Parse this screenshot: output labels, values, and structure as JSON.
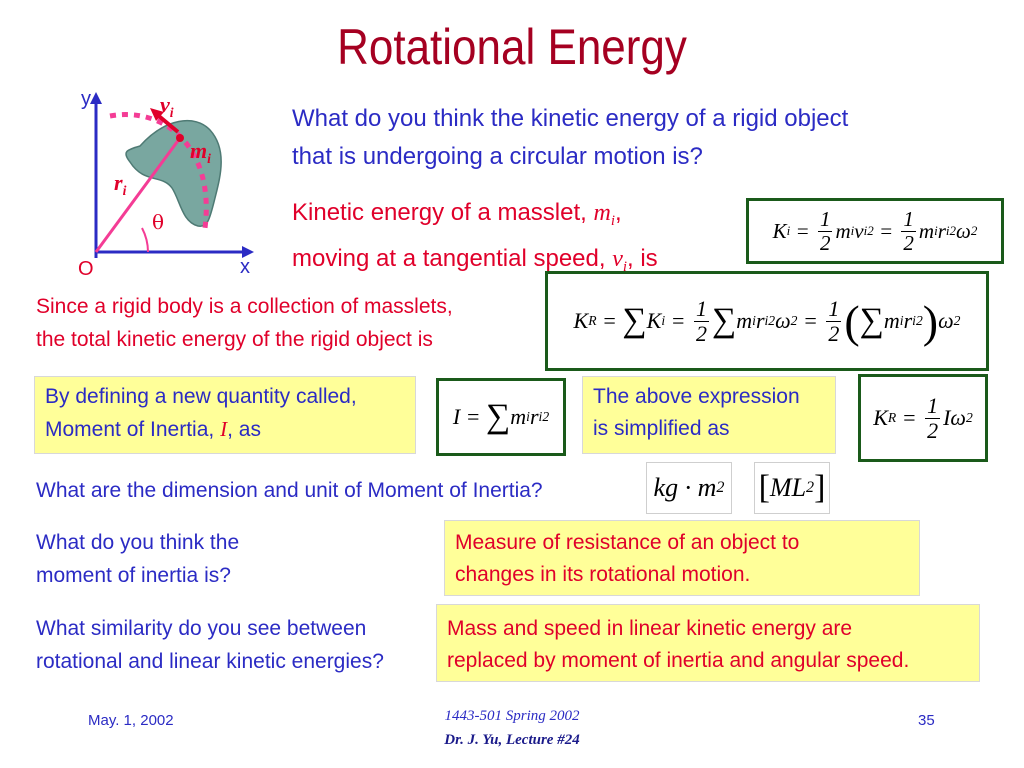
{
  "title": "Rotational Energy",
  "diagram": {
    "y_label": "y",
    "x_label": "x",
    "origin_label": "O",
    "v_label": "v",
    "v_sub": "i",
    "m_label": "m",
    "m_sub": "i",
    "r_label": "r",
    "r_sub": "i",
    "theta_label": "θ"
  },
  "q1": {
    "line1": "What do you think the kinetic energy of a rigid object",
    "line2": "that is undergoing a circular motion is?"
  },
  "masslet": {
    "line1_a": "Kinetic energy of a masslet,",
    "m": "m",
    "m_sub": "i",
    "comma": ",",
    "line2_a": "moving at a tangential speed,",
    "v": "v",
    "v_sub": "i",
    "line2_b": ", is"
  },
  "collection": {
    "line1": "Since a rigid body is a collection of masslets,",
    "line2": "the total kinetic energy of the rigid object is"
  },
  "defining": {
    "line1": "By defining a new quantity called,",
    "line2_a": "Moment of Inertia,",
    "I": "I",
    "line2_b": ", as"
  },
  "simplified": {
    "line1": "The above expression",
    "line2": "is simplified as"
  },
  "dimension_q": "What are the dimension and unit of Moment of Inertia?",
  "unit_eq": "kg · m",
  "unit_sup": "2",
  "dim_eq": "ML",
  "dim_sup": "2",
  "moi_q": {
    "line1": "What do you think the",
    "line2": "moment of inertia is?"
  },
  "moi_a": {
    "line1": "Measure of resistance of an object to",
    "line2": "changes in its rotational motion."
  },
  "sim_q": {
    "line1": "What similarity do you see between",
    "line2": "rotational and linear kinetic energies?"
  },
  "sim_a": {
    "line1": "Mass and speed in linear kinetic energy are",
    "line2": "replaced by moment of inertia and angular speed."
  },
  "footer": {
    "date": "May. 1, 2002",
    "course": "1443-501 Spring 2002",
    "lecture": "Dr. J. Yu, Lecture #24",
    "page": "35"
  },
  "colors": {
    "title": "#a50021",
    "blue_text": "#2b2bc4",
    "red_text": "#e0002a",
    "yellow_box": "#ffff99",
    "green_border": "#1a5a1a"
  }
}
